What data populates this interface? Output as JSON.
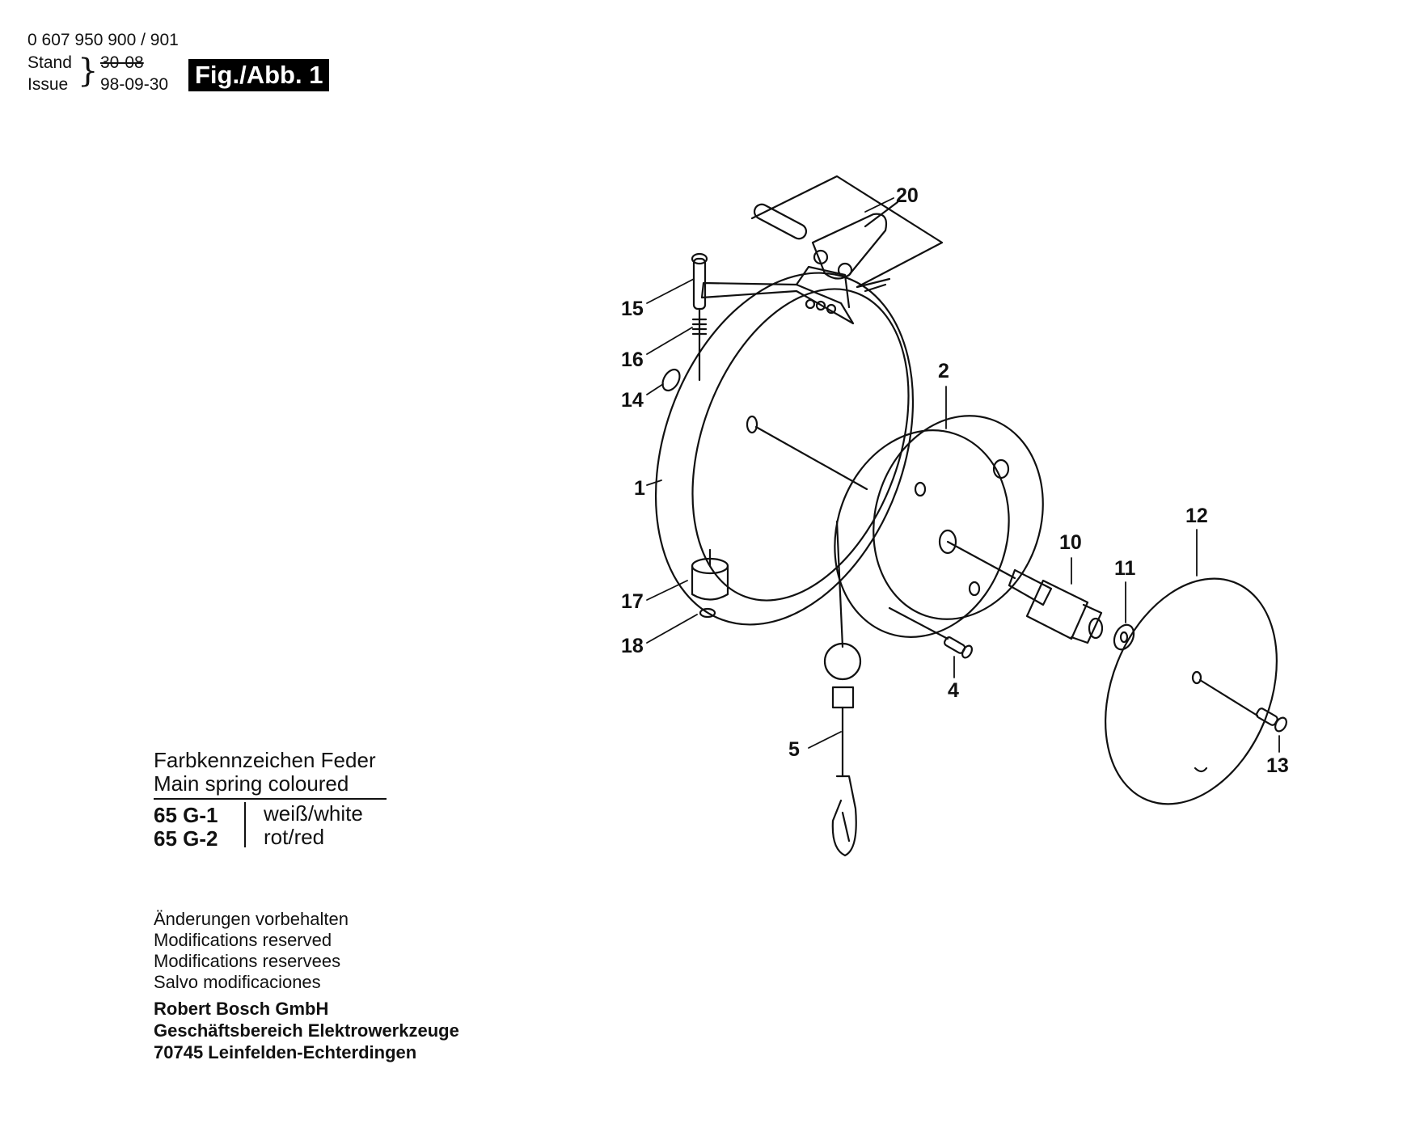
{
  "header": {
    "part_number": "0 607 950 900 / 901",
    "stand_label": "Stand",
    "issue_label": "Issue",
    "old_date": "30-08",
    "issue_date": "98-09-30",
    "figure_label": "Fig./Abb. 1"
  },
  "legend": {
    "title_de": "Farbkennzeichen Feder",
    "title_en": "Main spring coloured",
    "rows": [
      {
        "code": "65 G-1",
        "color": "weiß/white"
      },
      {
        "code": "65 G-2",
        "color": "rot/red"
      }
    ]
  },
  "notes": [
    "Änderungen vorbehalten",
    "Modifications reserved",
    "Modifications reservees",
    "Salvo modificaciones"
  ],
  "company": {
    "name": "Robert Bosch GmbH",
    "division": "Geschäftsbereich Elektrowerkzeuge",
    "address": "70745 Leinfelden-Echterdingen"
  },
  "callouts": {
    "c1": "1",
    "c2": "2",
    "c4": "4",
    "c5": "5",
    "c10": "10",
    "c11": "11",
    "c12": "12",
    "c13": "13",
    "c14": "14",
    "c15": "15",
    "c16": "16",
    "c17": "17",
    "c18": "18",
    "c20": "20"
  }
}
